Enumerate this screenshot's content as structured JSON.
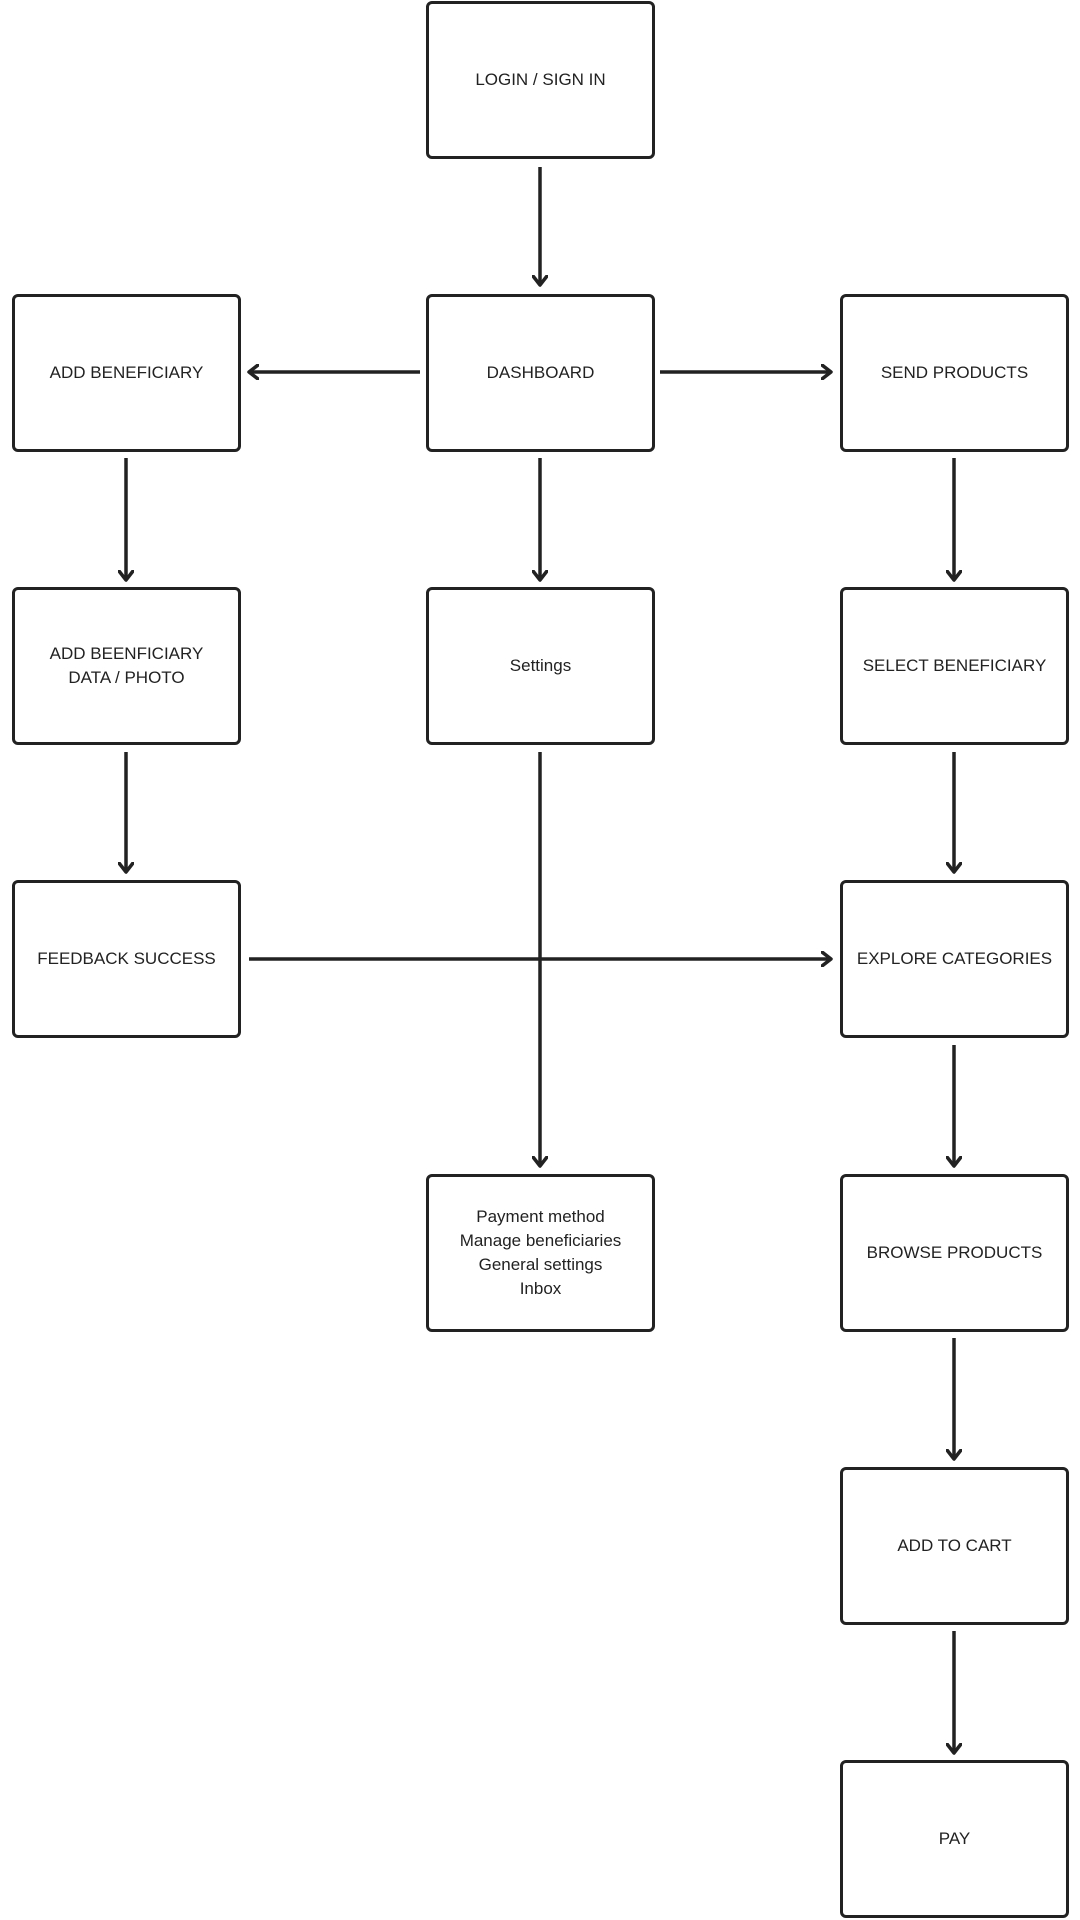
{
  "nodes": {
    "login": "LOGIN / SIGN IN",
    "dashboard": "DASHBOARD",
    "add_beneficiary": "ADD BENEFICIARY",
    "send_products": "SEND PRODUCTS",
    "add_beneficiary_data": "ADD BEENFICIARY DATA / PHOTO",
    "settings": "Settings",
    "select_beneficiary": "SELECT BENEFICIARY",
    "feedback_success": "FEEDBACK SUCCESS",
    "explore_categories": "EXPLORE CATEGORIES",
    "settings_options": [
      "Payment method",
      "Manage beneficiaries",
      "General settings",
      "Inbox"
    ],
    "browse_products": "BROWSE PRODUCTS",
    "add_to_cart": "ADD TO CART",
    "pay": "PAY"
  },
  "edges": [
    [
      "login",
      "dashboard"
    ],
    [
      "dashboard",
      "add_beneficiary"
    ],
    [
      "dashboard",
      "send_products"
    ],
    [
      "dashboard",
      "settings"
    ],
    [
      "add_beneficiary",
      "add_beneficiary_data"
    ],
    [
      "add_beneficiary_data",
      "feedback_success"
    ],
    [
      "feedback_success",
      "explore_categories"
    ],
    [
      "settings",
      "settings_options"
    ],
    [
      "send_products",
      "select_beneficiary"
    ],
    [
      "select_beneficiary",
      "explore_categories"
    ],
    [
      "explore_categories",
      "browse_products"
    ],
    [
      "browse_products",
      "add_to_cart"
    ],
    [
      "add_to_cart",
      "pay"
    ]
  ],
  "colors": {
    "stroke": "#222222",
    "background": "#ffffff"
  }
}
